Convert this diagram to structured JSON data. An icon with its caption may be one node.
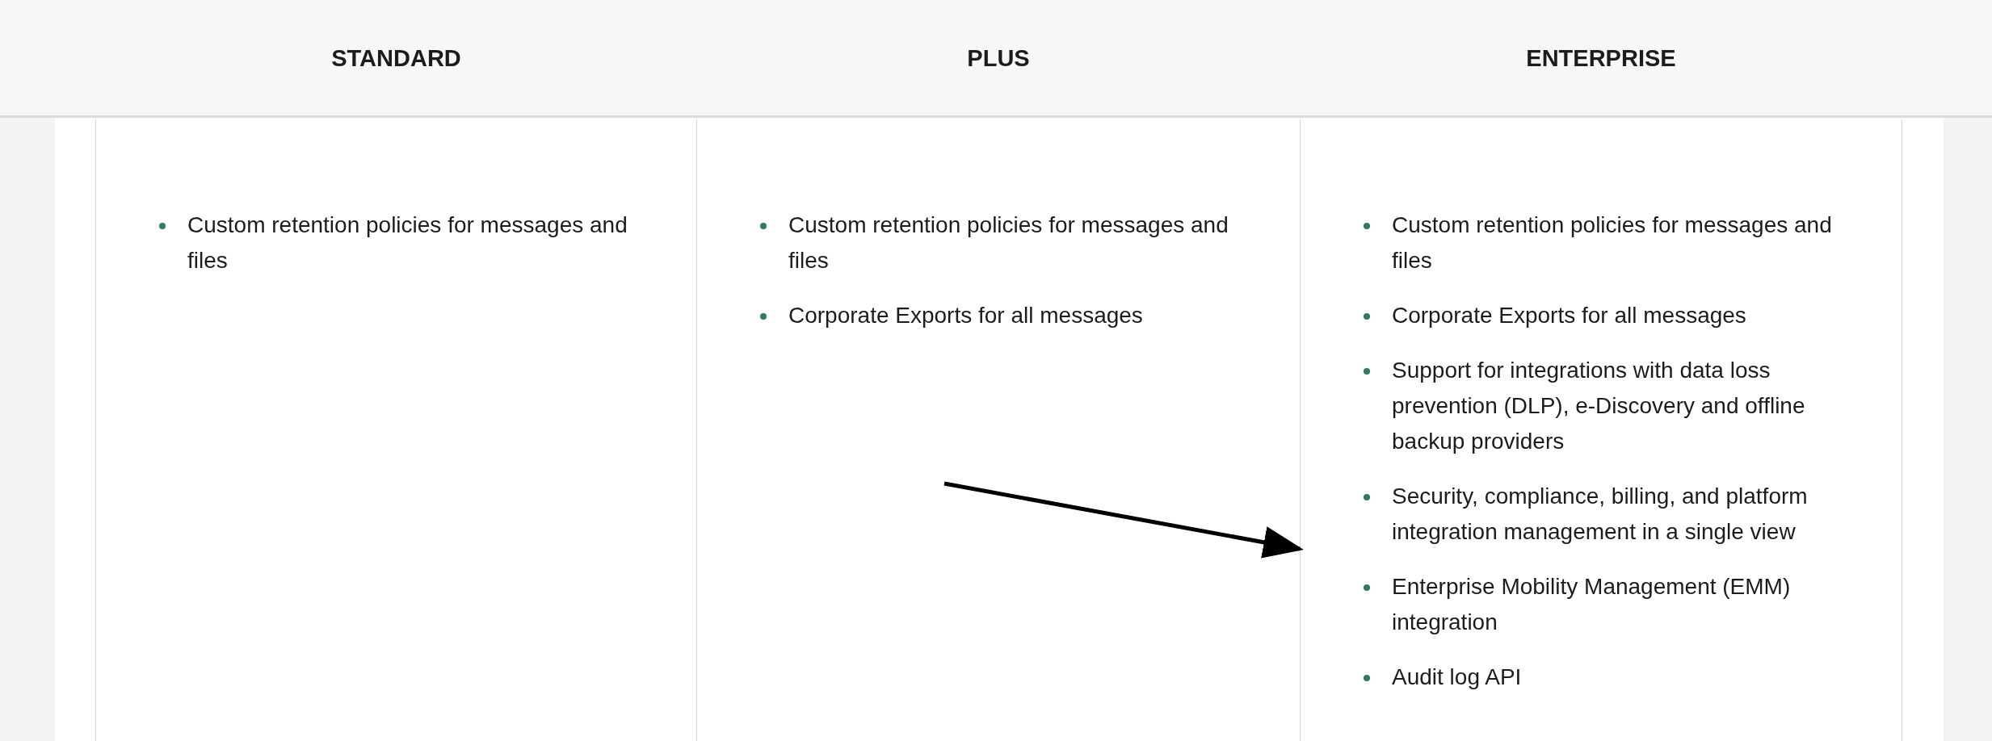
{
  "diagram": {
    "nodes": [
      {
        "text": [
          "STANDARD",
          "Custom retention policies for messages and files"
        ]
      },
      {
        "text": [
          "PLUS",
          "Custom retention policies for messages and files",
          "Corporate Exports for all messages"
        ]
      },
      {
        "text": [
          "ENTERPRISE",
          "Custom retention policies for messages and files",
          "Corporate Exports for all messages",
          "Support for integrations with data loss prevention (DLP), e-Discovery and offline backup providers",
          "Security, compliance, billing, and platform integration management in a single view",
          "Enterprise Mobility Management (EMM) integration",
          "Audit log API"
        ]
      }
    ],
    "edges": [
      {
        "from": 1,
        "to": 2,
        "arrow": "to"
      }
    ]
  }
}
